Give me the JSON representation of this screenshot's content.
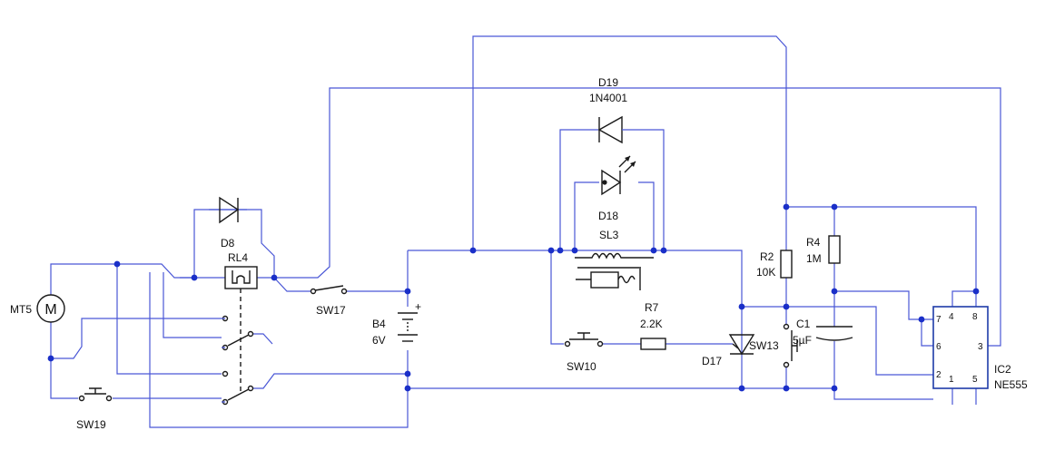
{
  "components": {
    "d19": {
      "ref": "D19",
      "value": "1N4001"
    },
    "d18": {
      "ref": "D18"
    },
    "sl3": {
      "ref": "SL3"
    },
    "d8": {
      "ref": "D8"
    },
    "rl4": {
      "ref": "RL4"
    },
    "mt5": {
      "ref": "MT5",
      "symbol": "M"
    },
    "sw17": {
      "ref": "SW17"
    },
    "sw19": {
      "ref": "SW19"
    },
    "sw10": {
      "ref": "SW10"
    },
    "sw13": {
      "ref": "SW13"
    },
    "b4": {
      "ref": "B4",
      "value": "6V",
      "plus": "+",
      "minus": "-"
    },
    "r7": {
      "ref": "R7",
      "value": "2.2K"
    },
    "d17": {
      "ref": "D17"
    },
    "r2": {
      "ref": "R2",
      "value": "10K"
    },
    "r4": {
      "ref": "R4",
      "value": "1M"
    },
    "c1": {
      "ref": "C1",
      "value": "5µF"
    },
    "ic2": {
      "ref": "IC2",
      "value": "NE555",
      "pins": {
        "p7": "7",
        "p4": "4",
        "p8": "8",
        "p6": "6",
        "p3": "3",
        "p2": "2",
        "p1": "1",
        "p5": "5"
      }
    }
  },
  "colors": {
    "wire": "#4a57d6",
    "junction": "#1a2fc8",
    "symbol": "#1a1a1a",
    "ic_body": "#1e3ba8"
  }
}
